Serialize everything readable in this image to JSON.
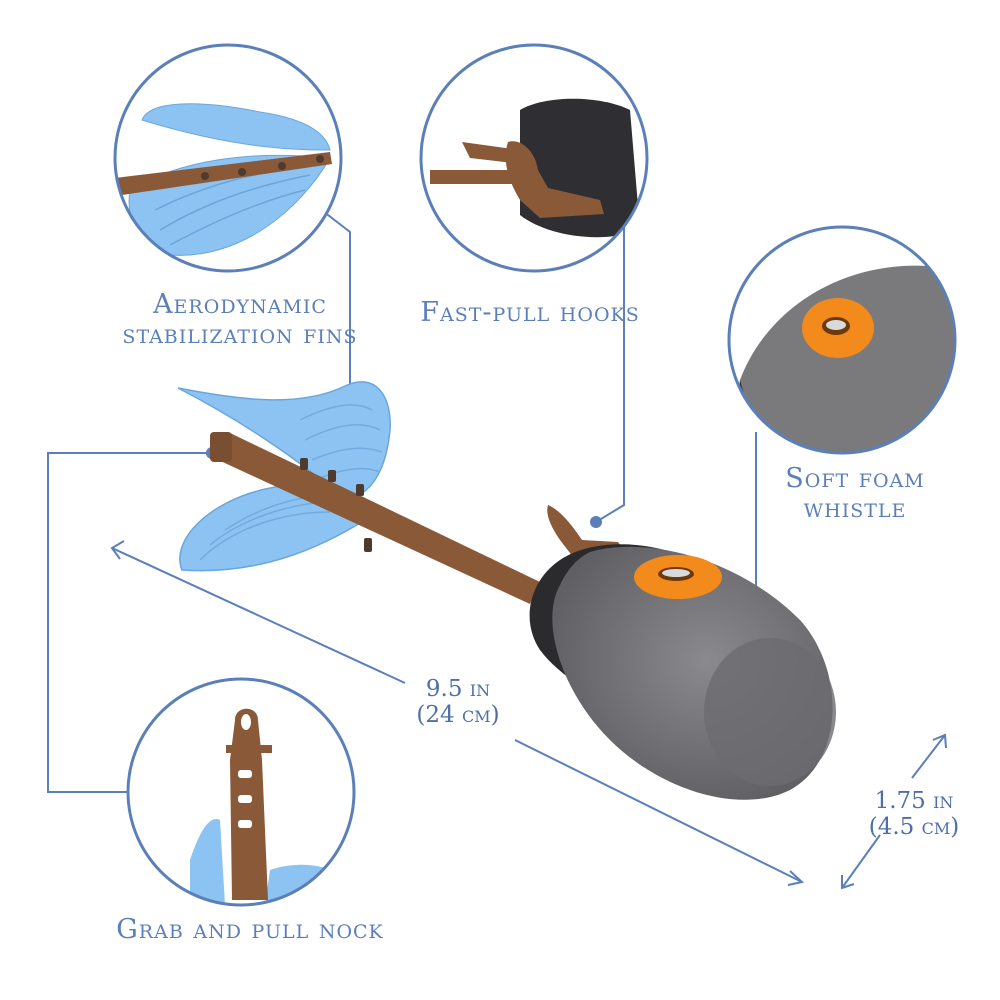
{
  "callouts": {
    "fins": {
      "line1": "Aerodynamic",
      "line2": "stabilization fins"
    },
    "hooks": {
      "line1": "Fast-pull hooks"
    },
    "whistle": {
      "line1": "Soft foam",
      "line2": "whistle"
    },
    "nock": {
      "line1": "Grab and pull nock"
    }
  },
  "dimensions": {
    "length": {
      "line1": "9.5 in",
      "line2": "(24 cm)"
    },
    "diameter": {
      "line1": "1.75 in",
      "line2": "(4.5 cm)"
    }
  },
  "colors": {
    "accent_line": "#5b7fb9",
    "fin_blue": "#8cc3f2",
    "shaft_brown": "#8a5a38",
    "foam_gray": "#7a7a7d",
    "foam_black": "#2b2b2e",
    "whistle_orange": "#f28a1c"
  }
}
